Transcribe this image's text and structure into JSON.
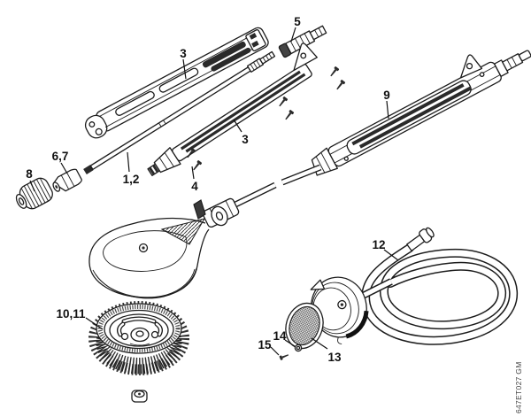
{
  "diagram": {
    "type": "exploded-parts-diagram",
    "subject": "telescopic rotating wash brush with hose",
    "ink_color": "#1c1c1c",
    "background_color": "#ffffff",
    "code": "647ET027 GM",
    "part_labels": {
      "rail_top": "3",
      "coupler": "5",
      "rail_right": "3",
      "outer_shaft": "9",
      "nozzle": "6,7",
      "cap": "8",
      "inner_tube": "1,2",
      "screw_set": "4",
      "brush_disc": "10,11",
      "hose": "12",
      "strainer": "13",
      "washer": "14",
      "small_screw": "15"
    }
  }
}
